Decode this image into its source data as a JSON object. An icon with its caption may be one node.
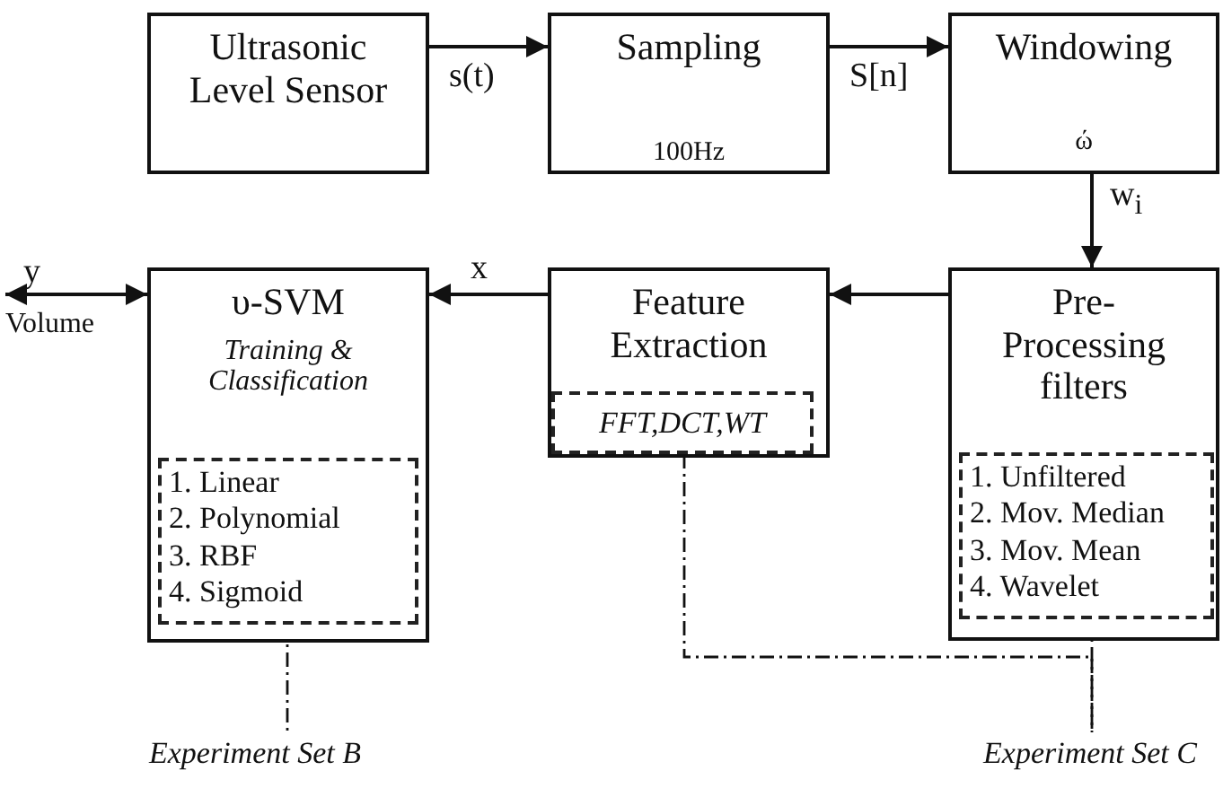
{
  "diagram": {
    "nodes": [
      {
        "text": [
          "Ultrasonic Level Sensor"
        ]
      },
      {
        "text": [
          "Sampling",
          "100Hz"
        ]
      },
      {
        "text": [
          "Windowing",
          "ώ"
        ]
      },
      {
        "text": [
          "Pre-Processing filters"
        ]
      },
      {
        "text": [
          "1. Unfiltered",
          "2. Mov. Median",
          "3. Mov. Mean",
          "4. Wavelet"
        ],
        "in": 3
      },
      {
        "text": [
          "Feature Extraction"
        ]
      },
      {
        "text": [
          "FFT,DCT,WT"
        ],
        "in": 5
      },
      {
        "text": [
          "υ-SVM",
          "Training & Classification"
        ]
      },
      {
        "text": [
          "1. Linear",
          "2. Polynomial",
          "3. RBF",
          "4. Sigmoid"
        ],
        "in": 7
      },
      {
        "text": [
          "Experiment Set B"
        ]
      },
      {
        "text": [
          "Experiment Set C"
        ]
      },
      {
        "text": [
          "y",
          "Volume"
        ]
      }
    ],
    "edges": [
      {
        "from": 0,
        "to": 1,
        "arrow": "to",
        "label": "s(t)"
      },
      {
        "from": 1,
        "to": 2,
        "arrow": "to",
        "label": "S[n]"
      },
      {
        "from": 2,
        "to": 3,
        "arrow": "to",
        "label": "w$_{i}$"
      },
      {
        "from": 3,
        "to": 5,
        "arrow": "to"
      },
      {
        "from": 5,
        "to": 7,
        "arrow": "to",
        "label": "x"
      },
      {
        "from": 7,
        "to": 11,
        "arrow": "both"
      },
      {
        "from": 8,
        "to": 9,
        "arrow": "none",
        "style": "dashed"
      },
      {
        "from": 6,
        "to": 10,
        "arrow": "none",
        "style": "dashed"
      },
      {
        "from": 4,
        "to": 10,
        "arrow": "none",
        "style": "dashed"
      }
    ]
  }
}
